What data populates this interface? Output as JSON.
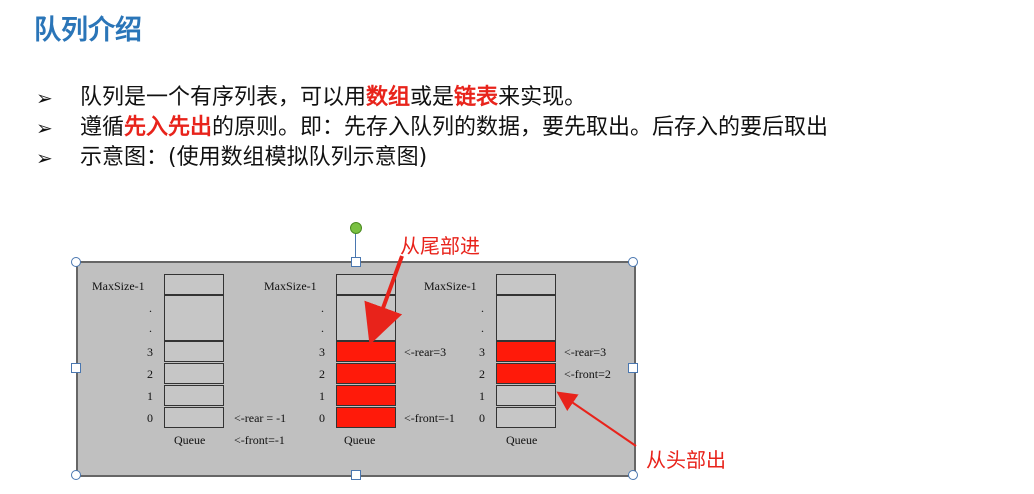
{
  "title": "队列介绍",
  "bullets": [
    {
      "parts": [
        "队列是一个有序列表，可以用",
        "数组",
        "或是",
        "链表",
        "来实现。"
      ],
      "hl": [
        false,
        true,
        false,
        true,
        false
      ]
    },
    {
      "parts": [
        "遵循",
        "先入先出",
        "的原则。即：先存入队列的数据，要先取出。后存入的要后取出"
      ],
      "hl": [
        false,
        true,
        false
      ]
    },
    {
      "parts": [
        "示意图：(使用数组模拟队列示意图)"
      ],
      "hl": [
        false
      ]
    }
  ],
  "bullet_symbol": "➢",
  "figure": {
    "queue_label": "Queue",
    "row_labels": [
      "MaxSize-1",
      ".",
      ".",
      "3",
      "2",
      "1",
      "0"
    ],
    "q1": {
      "bottom_right": "<-rear = -1",
      "front": "<-front=-1"
    },
    "q2": {
      "rear": "<-rear=3",
      "front": "<-front=-1"
    },
    "q3": {
      "rear": "<-rear=3",
      "front": "<-front=2"
    }
  },
  "callouts": {
    "enter": "从尾部进",
    "exit": "从头部出"
  },
  "colors": {
    "title": "#2a75b8",
    "highlight": "#e8231b",
    "cell_red": "#ff1a0a",
    "frame": "#c0c0c0"
  }
}
